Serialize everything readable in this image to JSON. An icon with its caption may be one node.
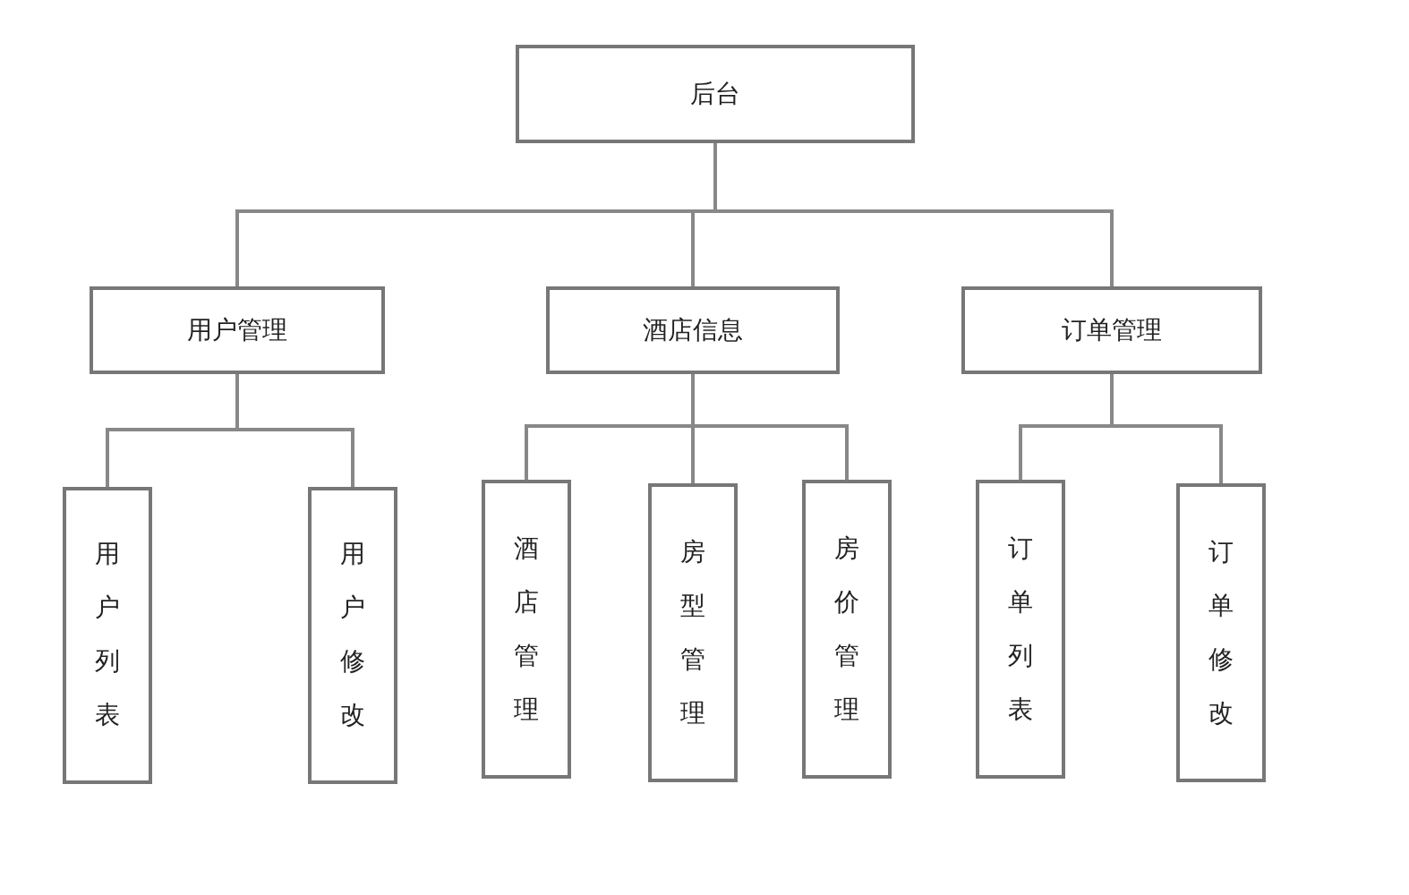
{
  "diagram": {
    "nodes": [
      {
        "text": [
          "后台"
        ]
      },
      {
        "text": [
          "用户管理"
        ]
      },
      {
        "text": [
          "酒店信息"
        ]
      },
      {
        "text": [
          "订单管理"
        ]
      },
      {
        "text": [
          "用户列表"
        ]
      },
      {
        "text": [
          "用户修改"
        ]
      },
      {
        "text": [
          "酒店管理"
        ]
      },
      {
        "text": [
          "房型管理"
        ]
      },
      {
        "text": [
          "房价管理"
        ]
      },
      {
        "text": [
          "订单列表"
        ]
      },
      {
        "text": [
          "订单修改"
        ]
      }
    ],
    "edges": [
      {
        "from": 0,
        "to": 1,
        "arrow": "none"
      },
      {
        "from": 0,
        "to": 2,
        "arrow": "none"
      },
      {
        "from": 0,
        "to": 3,
        "arrow": "none"
      },
      {
        "from": 1,
        "to": 4,
        "arrow": "none"
      },
      {
        "from": 1,
        "to": 5,
        "arrow": "none"
      },
      {
        "from": 2,
        "to": 6,
        "arrow": "none"
      },
      {
        "from": 2,
        "to": 7,
        "arrow": "none"
      },
      {
        "from": 2,
        "to": 8,
        "arrow": "none"
      },
      {
        "from": 3,
        "to": 9,
        "arrow": "none"
      },
      {
        "from": 3,
        "to": 10,
        "arrow": "none"
      }
    ]
  }
}
